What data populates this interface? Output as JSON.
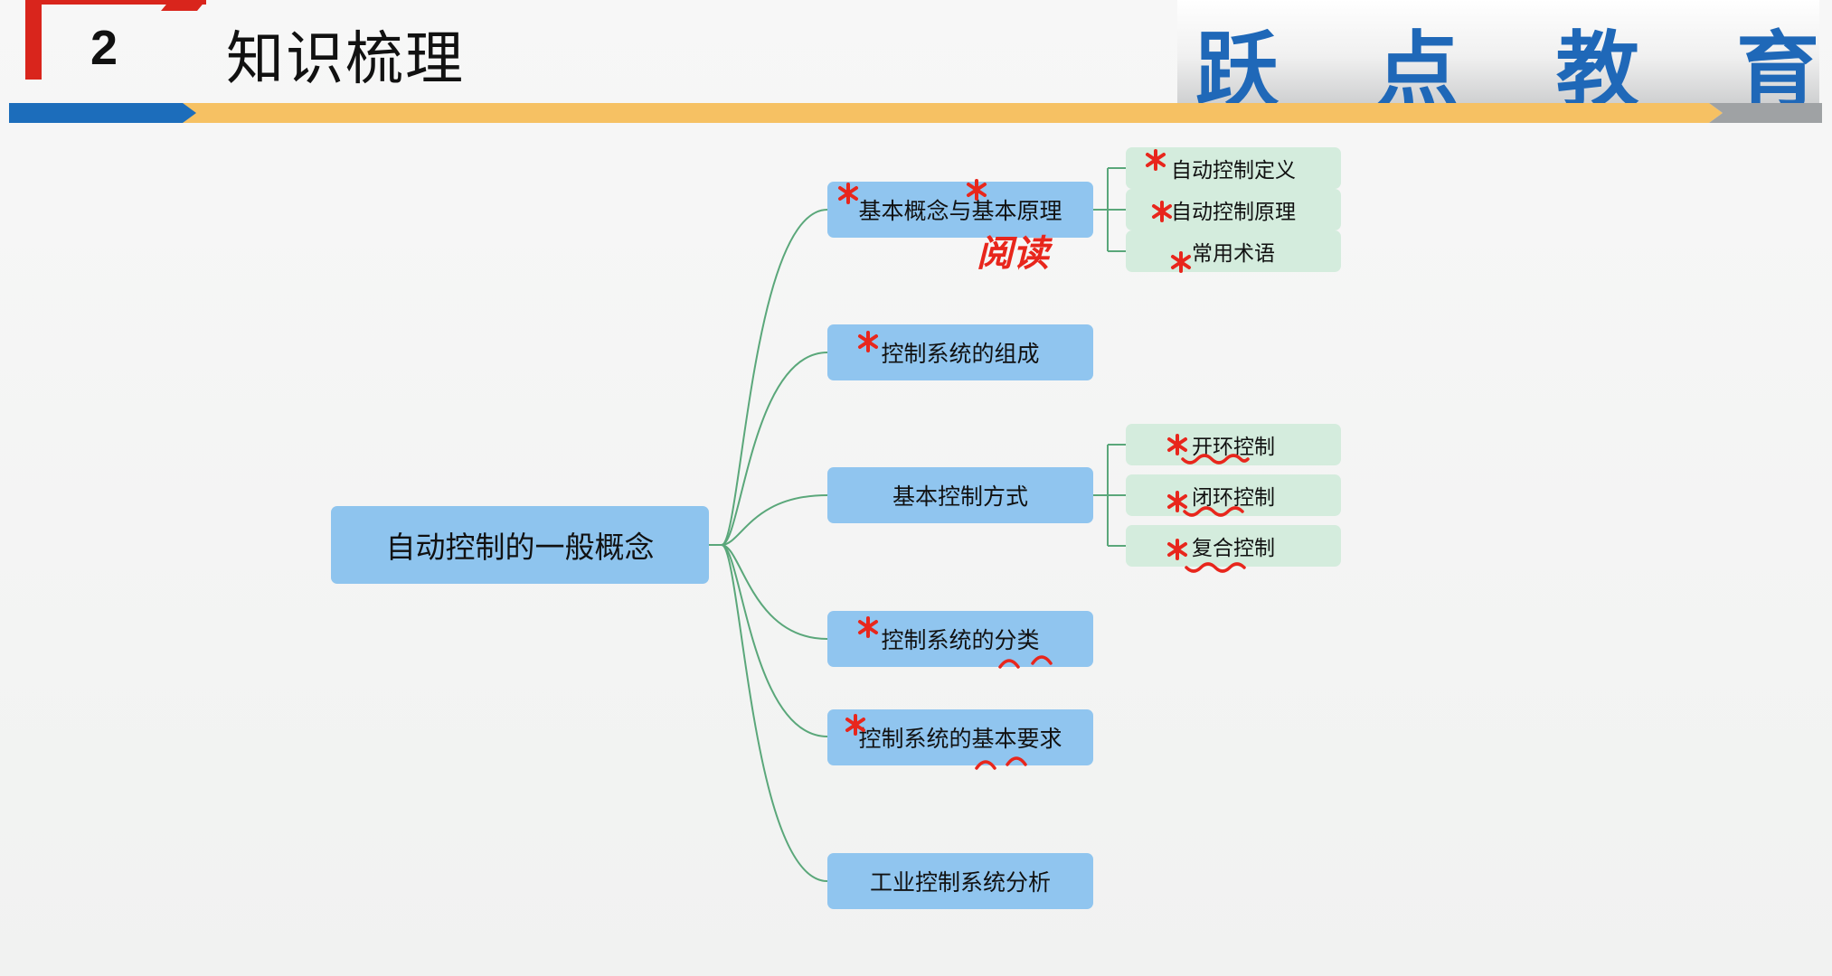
{
  "header": {
    "section_number": "2",
    "title": "知识梳理",
    "brand_chars": [
      "跃",
      "点",
      "教",
      "育"
    ],
    "colors": {
      "tab_red": "#d9251c",
      "bar_blue": "#1c6dbb",
      "bar_orange": "#f6c163",
      "bar_gray": "#9fa2a4",
      "brand_blue": "#1f68b8"
    }
  },
  "mindmap": {
    "root": "自动控制的一般概念",
    "branches": [
      {
        "label": "基本概念与基本原理",
        "children": [
          "自动控制定义",
          "自动控制原理",
          "常用术语"
        ]
      },
      {
        "label": "控制系统的组成",
        "children": []
      },
      {
        "label": "基本控制方式",
        "children": [
          "开环控制",
          "闭环控制",
          "复合控制"
        ]
      },
      {
        "label": "控制系统的分类",
        "children": []
      },
      {
        "label": "控制系统的基本要求",
        "children": []
      },
      {
        "label": "工业控制系统分析",
        "children": []
      }
    ],
    "colors": {
      "branch_fill": "#90c5ef",
      "leaf_fill": "#d4ecdd",
      "connector": "#5aa77a",
      "annotation_red": "#e8261c"
    }
  },
  "handwriting": {
    "branch_0_note": "阅读"
  }
}
